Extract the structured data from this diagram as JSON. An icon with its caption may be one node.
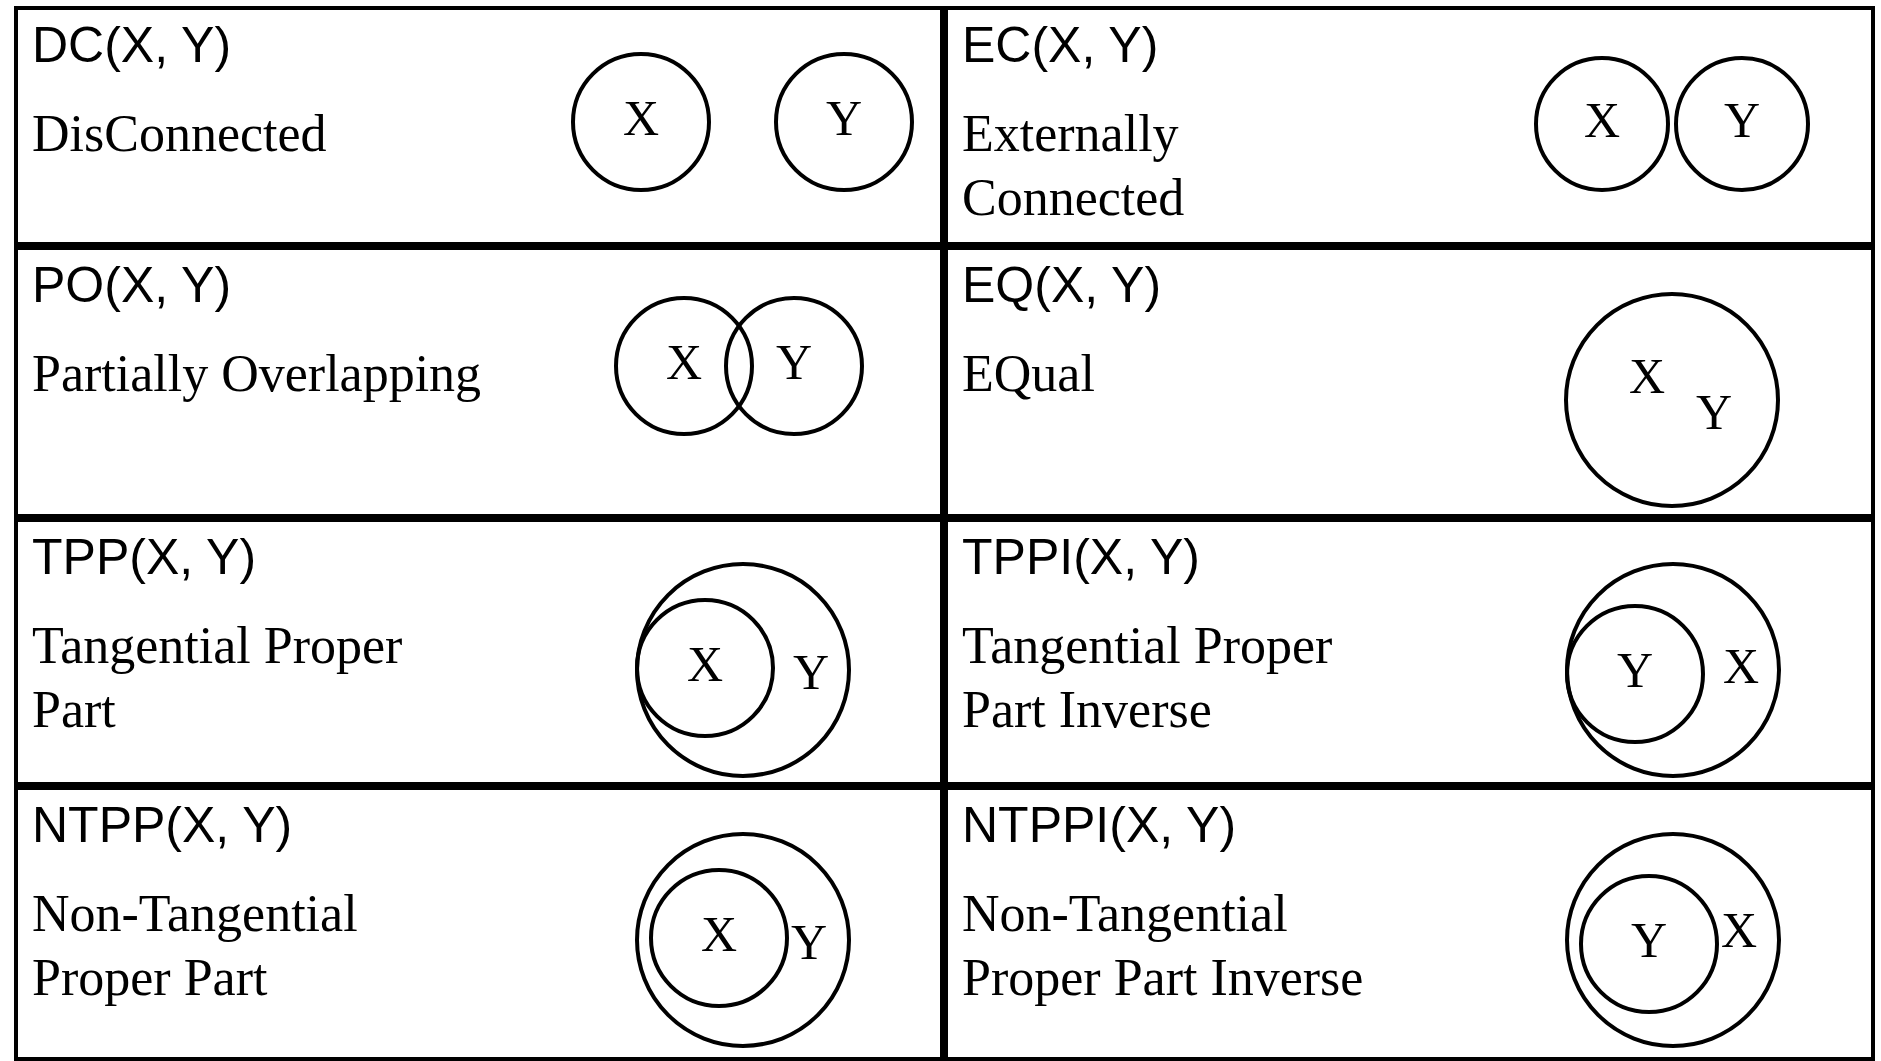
{
  "diagram": {
    "nodes": [
      {
        "text": [
          "DC(X, Y)",
          "DisConnected"
        ]
      },
      {
        "text": [
          "X"
        ],
        "in": 0
      },
      {
        "text": [
          "Y"
        ],
        "in": 0
      },
      {
        "text": [
          "EC(X, Y)",
          "Externally Connected"
        ]
      },
      {
        "text": [
          "X"
        ],
        "in": 3
      },
      {
        "text": [
          "Y"
        ],
        "in": 3
      },
      {
        "text": [
          "PO(X, Y)",
          "Partially Overlapping"
        ]
      },
      {
        "text": [
          "X"
        ],
        "in": 6
      },
      {
        "text": [
          "Y"
        ],
        "in": 6
      },
      {
        "text": [
          "EQ(X, Y)",
          "EQual"
        ]
      },
      {
        "text": [
          "X",
          "Y"
        ],
        "in": 9
      },
      {
        "text": [
          "TPP(X, Y)",
          "Tangential Proper Part"
        ]
      },
      {
        "text": [
          "Y"
        ],
        "in": 11
      },
      {
        "text": [
          "X"
        ],
        "in": 12
      },
      {
        "text": [
          "TPPI(X, Y)",
          "Tangential Proper Part Inverse"
        ]
      },
      {
        "text": [
          "X"
        ],
        "in": 14
      },
      {
        "text": [
          "Y"
        ],
        "in": 15
      },
      {
        "text": [
          "NTPP(X, Y)",
          "Non-Tangential Proper Part"
        ]
      },
      {
        "text": [
          "Y"
        ],
        "in": 17
      },
      {
        "text": [
          "X"
        ],
        "in": 18
      },
      {
        "text": [
          "NTPPI(X, Y)",
          "Non-Tangential Proper Part Inverse"
        ]
      },
      {
        "text": [
          "X"
        ],
        "in": 20
      },
      {
        "text": [
          "Y"
        ],
        "in": 21
      }
    ]
  }
}
